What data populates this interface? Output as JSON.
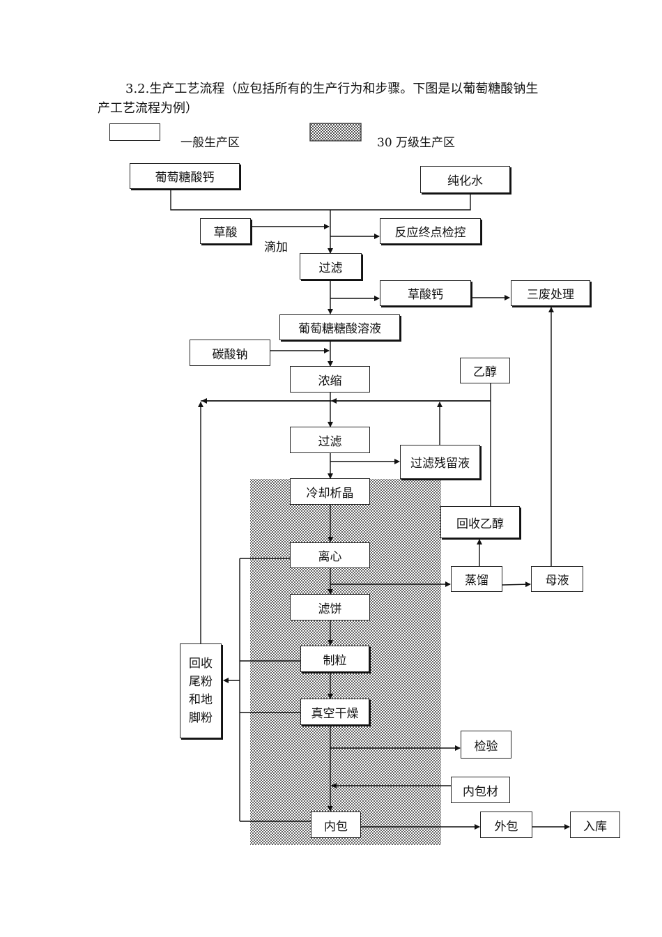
{
  "heading": {
    "line1": "3.2.生产工艺流程（应包括所有的生产行为和步骤。下图是以葡萄糖酸钠生",
    "line2": "产工艺流程为例）"
  },
  "legend": {
    "general_label": "一般生产区",
    "clean_label": "30 万级生产区"
  },
  "nodes": {
    "calcium_gluconate": "葡萄糖酸钙",
    "purified_water": "纯化水",
    "oxalic_acid": "草酸",
    "reaction_endpoint": "反应终点检控",
    "filter1": "过滤",
    "calcium_oxalate": "草酸钙",
    "waste_treatment": "三废处理",
    "gluconic_solution": "葡萄糖糖酸溶液",
    "sodium_carbonate": "碳酸钠",
    "concentrate": "浓缩",
    "ethanol": "乙醇",
    "filter2": "过滤",
    "filter_residue": "过滤残留液",
    "crystallize": "冷却析晶",
    "recover_ethanol": "回收乙醇",
    "centrifuge": "离心",
    "distill": "蒸馏",
    "mother_liquor": "母液",
    "filter_cake": "滤饼",
    "granulate": "制粒",
    "recover_powder": [
      "回收",
      "尾粉",
      "和地",
      "脚粉"
    ],
    "vacuum_dry": "真空干燥",
    "inspect": "检验",
    "inner_material": "内包材",
    "inner_pack": "内包",
    "outer_pack": "外包",
    "warehouse": "入库"
  },
  "notes": {
    "dropwise": "滴加"
  }
}
